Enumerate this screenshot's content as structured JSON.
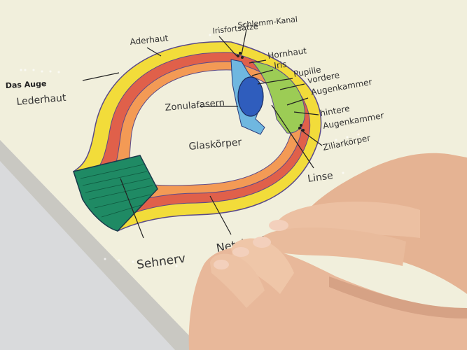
{
  "title": "Das Auge",
  "labels": {
    "lederhaut": "Lederhaut",
    "aderhaut": "Aderhaut",
    "irisfortsaetze": "Irisfortsätze",
    "schlemm": "Schlemm-Kanal",
    "hornhaut": "Hornhaut",
    "iris": "Iris",
    "pupille": "Pupille",
    "vordere1": "vordere",
    "vordere2": "Augenkammer",
    "zonula": "Zonulafasern",
    "hintere1": "hintere",
    "hintere2": "Augenkammer",
    "glaskoerper": "Glaskörper",
    "ziliar": "Ziliarkörper",
    "linse": "Linse",
    "sehnerv": "Sehnerv",
    "netzhaut": "Netzhaut"
  },
  "colors": {
    "background": "#d9dadc",
    "paper": "#f1efdc",
    "sclera": "#f2dc3a",
    "choroid": "#e0604a",
    "retina": "#f39a55",
    "nerve": "#1f8a64",
    "cornea_green": "#9ccc55",
    "iris_blue": "#2f5dbd",
    "skin": "#e8b89a"
  }
}
